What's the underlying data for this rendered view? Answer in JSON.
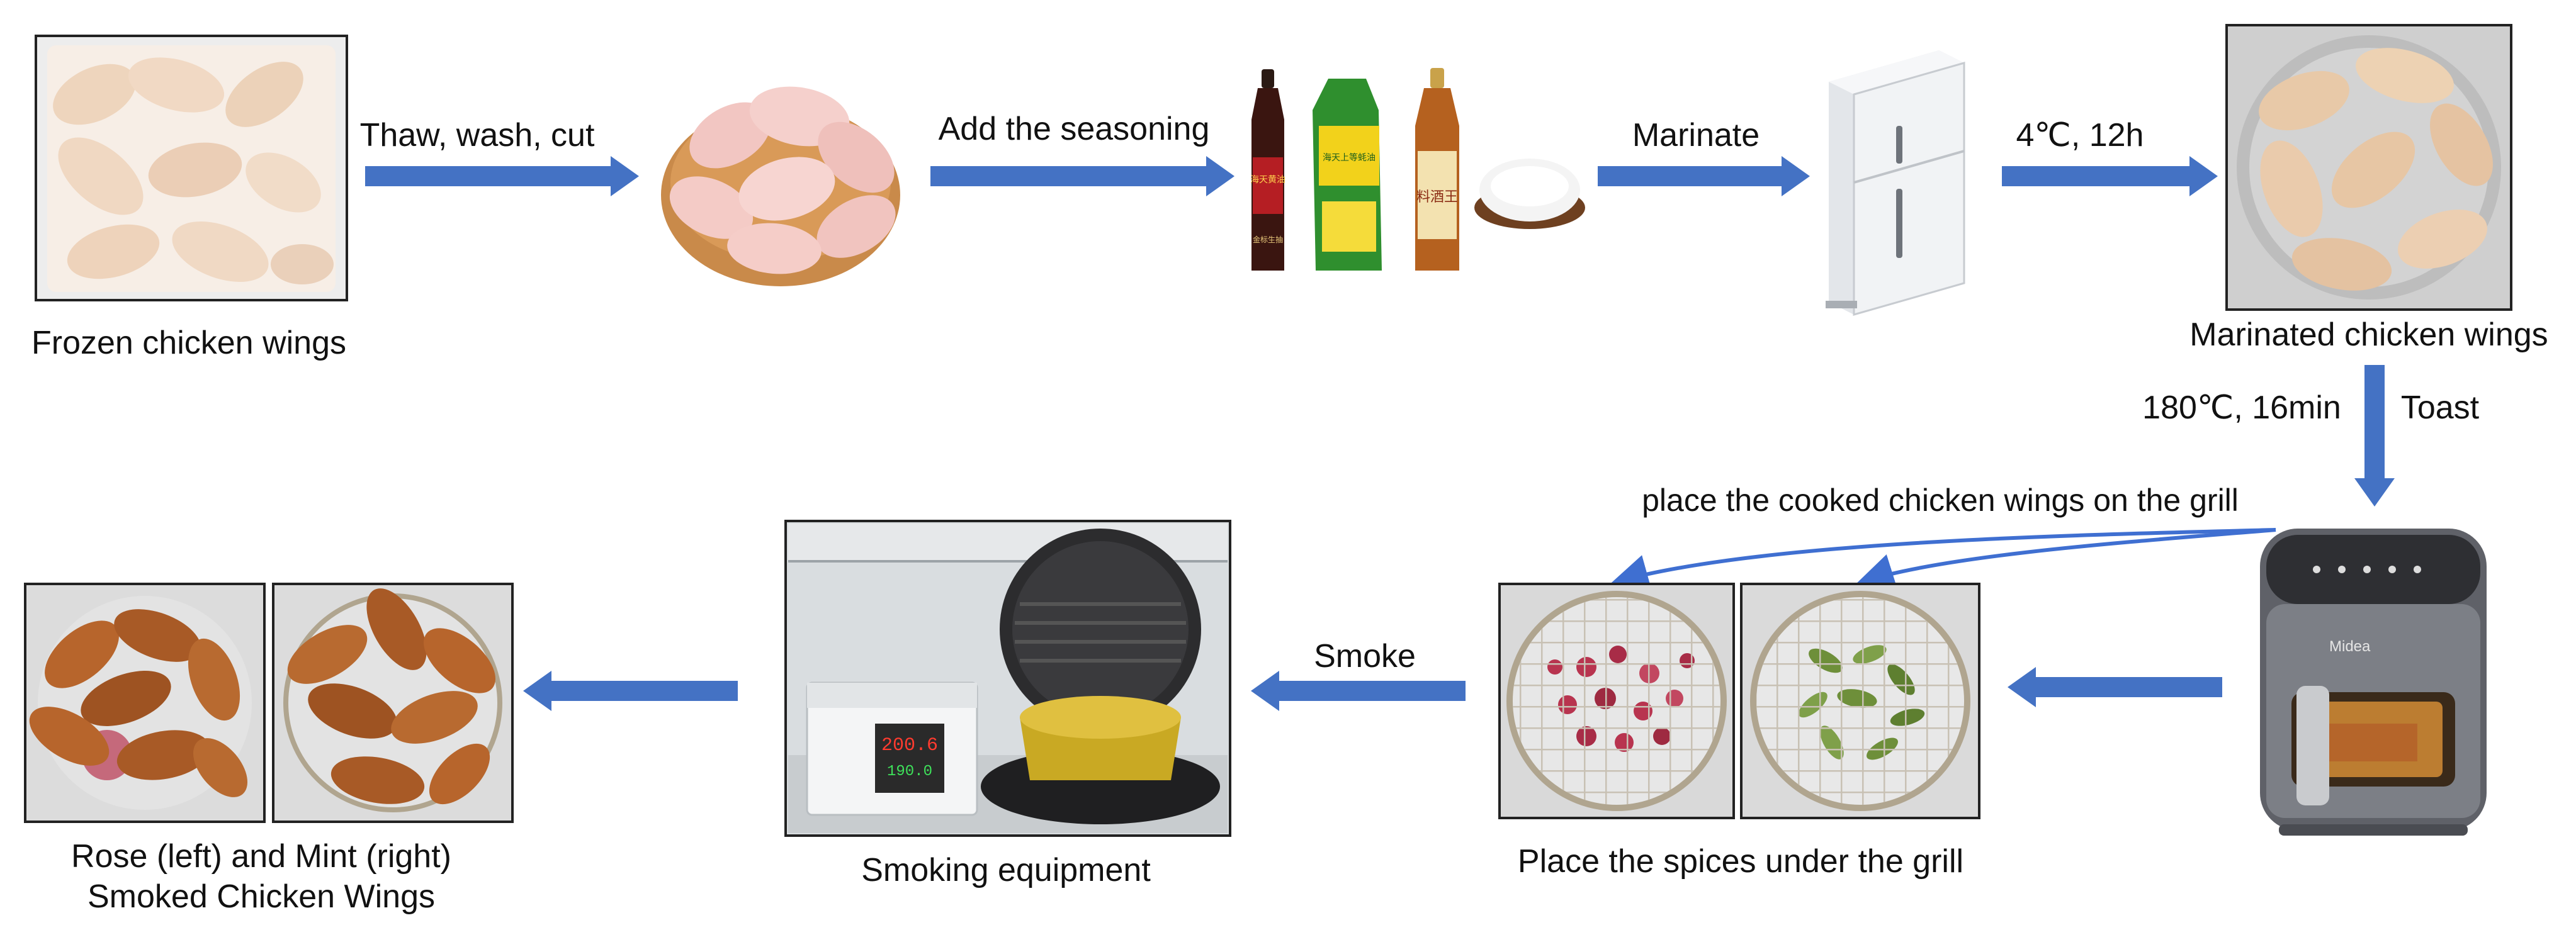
{
  "colors": {
    "arrow": "#4472C4",
    "curve": "#3F6FD1",
    "frame": "#222222",
    "rose": "#B8344F",
    "mint": "#6E8F3A",
    "chicken_raw": "#F2C6C2",
    "chicken_cooked": "#B7652C",
    "foil": "#D9D9D9",
    "fridge": "#EDEFF2",
    "fryer": "#5F6168",
    "gold_tray": "#C9A923"
  },
  "steps": {
    "frozen": "Frozen chicken wings",
    "thaw": "Thaw, wash, cut",
    "season": "Add the seasoning",
    "marinate": "Marinate",
    "fridge_cond": "4℃, 12h",
    "marinated": "Marinated chicken wings",
    "toast_cond": "180℃, 16min",
    "toast": "Toast",
    "place_grill": "place the cooked chicken wings on the grill",
    "spices": "Place the spices under the grill",
    "smoke": "Smoke",
    "equipment": "Smoking equipment",
    "result_line1": "Rose (left) and Mint (right)",
    "result_line2": "Smoked Chicken Wings"
  },
  "images": {
    "bottle1_label": "海天黄油",
    "bottle1_sub": "金标生抽",
    "bottle2_label": "海天上等蚝油",
    "bottle3_label": "料酒王",
    "fryer_brand": "Midea",
    "display_temp": "200.6",
    "display_set": "190.0"
  }
}
